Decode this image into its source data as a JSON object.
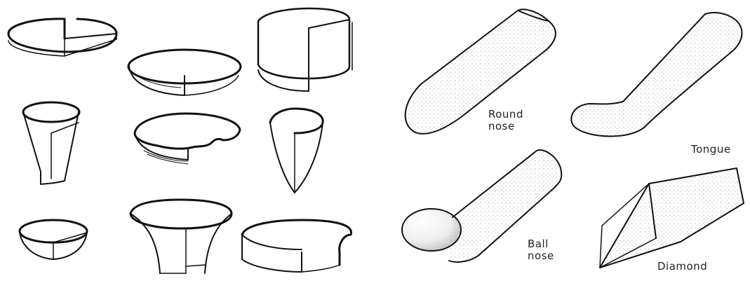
{
  "figure": {
    "left_panel": {
      "shapes": [
        "flat-disk-shell",
        "shallow-dish-shell",
        "tall-cylinder-shell",
        "truncated-cone-shell",
        "stepped-dish-shell",
        "pointed-cone-shell",
        "hemisphere-shell",
        "flared-funnel-shell",
        "contoured-ring-shell"
      ]
    },
    "right_panel": {
      "tools": [
        {
          "name": "round-nose",
          "label_lines": [
            "Round",
            "nose"
          ]
        },
        {
          "name": "tongue",
          "label_lines": [
            "Tongue"
          ]
        },
        {
          "name": "ball-nose",
          "label_lines": [
            "Ball",
            "nose"
          ]
        },
        {
          "name": "diamond",
          "label_lines": [
            "Diamond"
          ]
        }
      ]
    }
  }
}
